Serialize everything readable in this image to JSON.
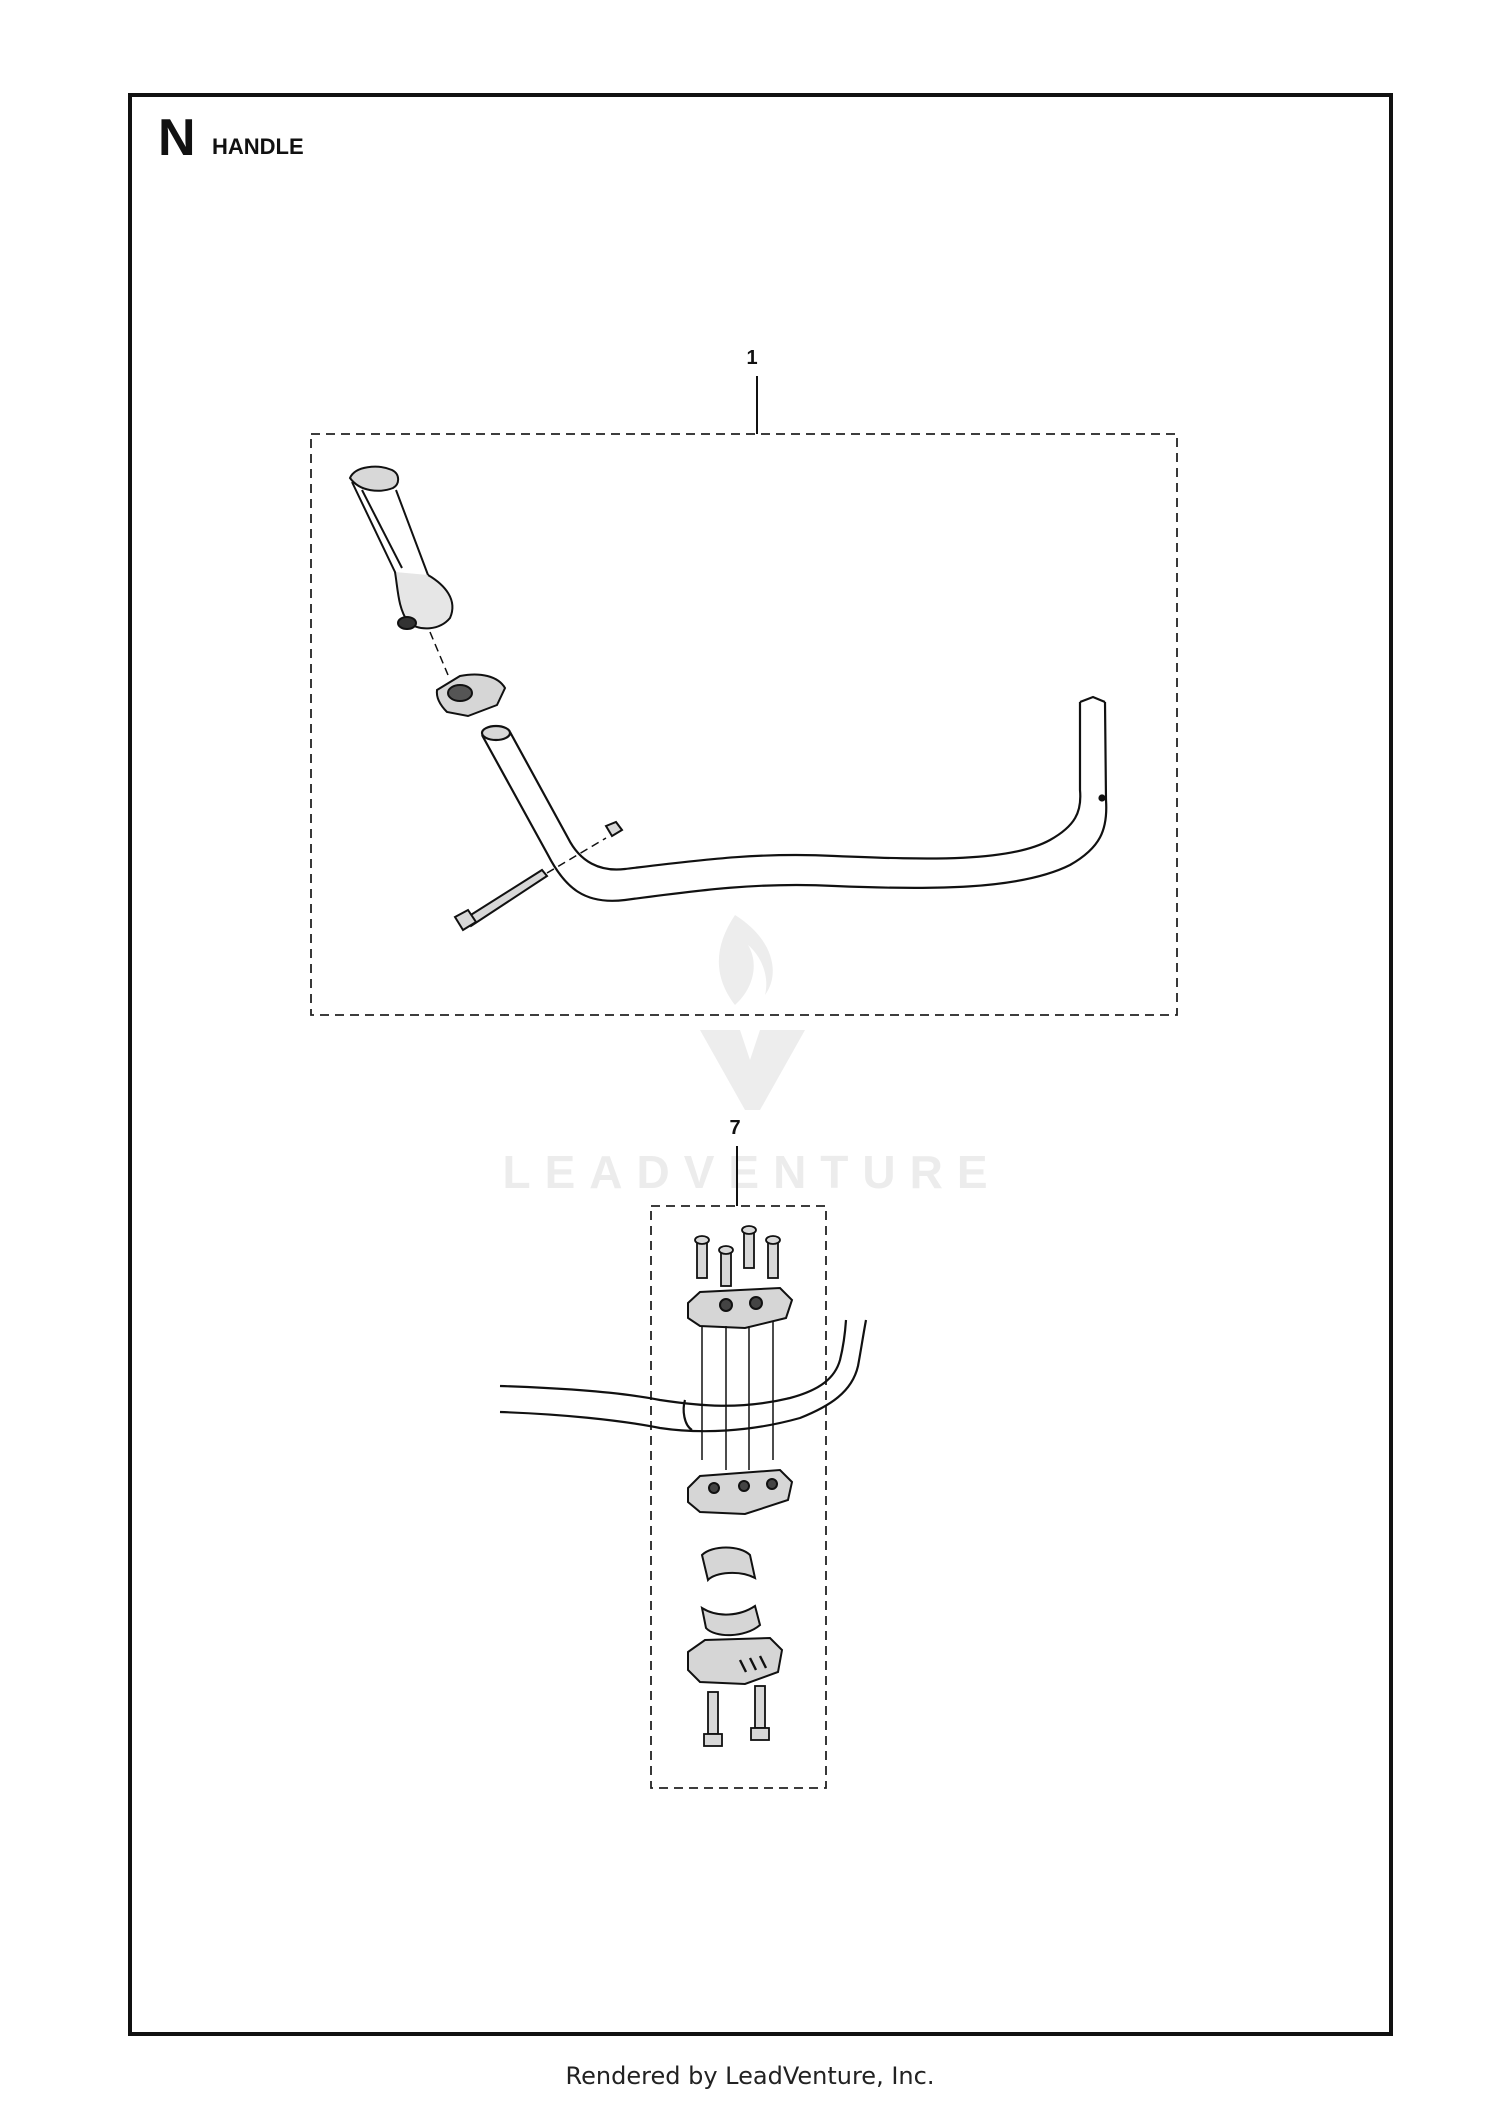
{
  "section": {
    "letter": "N",
    "title": "HANDLE"
  },
  "callouts": [
    {
      "number": "1"
    },
    {
      "number": "7"
    }
  ],
  "watermark": {
    "text": "LEADVENTURE"
  },
  "footer": {
    "text": "Rendered by LeadVenture, Inc."
  },
  "colors": {
    "line": "#111111",
    "watermark": "#ececec",
    "background": "#ffffff"
  }
}
